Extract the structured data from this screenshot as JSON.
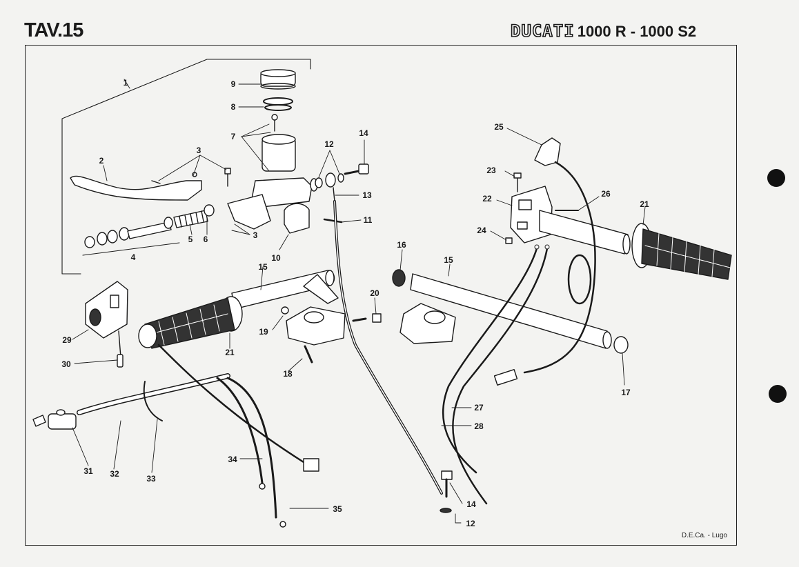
{
  "header": {
    "plate_title": "TAV.15",
    "brand_logo": "DUCATI",
    "model": "1000 R - 1000 S2"
  },
  "footer": {
    "credit": "D.E.Ca. - Lugo"
  },
  "diagram": {
    "subject": "Handlebars, front brake master cylinder, controls and cables (exploded view)",
    "callouts": [
      {
        "id": "c1",
        "label": "1"
      },
      {
        "id": "c2",
        "label": "2"
      },
      {
        "id": "c3a",
        "label": "3"
      },
      {
        "id": "c3b",
        "label": "3"
      },
      {
        "id": "c4",
        "label": "4"
      },
      {
        "id": "c5",
        "label": "5"
      },
      {
        "id": "c6",
        "label": "6"
      },
      {
        "id": "c7",
        "label": "7"
      },
      {
        "id": "c8",
        "label": "8"
      },
      {
        "id": "c9",
        "label": "9"
      },
      {
        "id": "c10",
        "label": "10"
      },
      {
        "id": "c11",
        "label": "11"
      },
      {
        "id": "c12a",
        "label": "12"
      },
      {
        "id": "c12b",
        "label": "12"
      },
      {
        "id": "c13",
        "label": "13"
      },
      {
        "id": "c14a",
        "label": "14"
      },
      {
        "id": "c14b",
        "label": "14"
      },
      {
        "id": "c15a",
        "label": "15"
      },
      {
        "id": "c15b",
        "label": "15"
      },
      {
        "id": "c16",
        "label": "16"
      },
      {
        "id": "c17",
        "label": "17"
      },
      {
        "id": "c18",
        "label": "18"
      },
      {
        "id": "c19",
        "label": "19"
      },
      {
        "id": "c20",
        "label": "20"
      },
      {
        "id": "c21a",
        "label": "21"
      },
      {
        "id": "c21b",
        "label": "21"
      },
      {
        "id": "c22",
        "label": "22"
      },
      {
        "id": "c23",
        "label": "23"
      },
      {
        "id": "c24",
        "label": "24"
      },
      {
        "id": "c25",
        "label": "25"
      },
      {
        "id": "c26",
        "label": "26"
      },
      {
        "id": "c27",
        "label": "27"
      },
      {
        "id": "c28",
        "label": "28"
      },
      {
        "id": "c29",
        "label": "29"
      },
      {
        "id": "c30",
        "label": "30"
      },
      {
        "id": "c31",
        "label": "31"
      },
      {
        "id": "c32",
        "label": "32"
      },
      {
        "id": "c33",
        "label": "33"
      },
      {
        "id": "c34",
        "label": "34"
      },
      {
        "id": "c35",
        "label": "35"
      }
    ]
  }
}
